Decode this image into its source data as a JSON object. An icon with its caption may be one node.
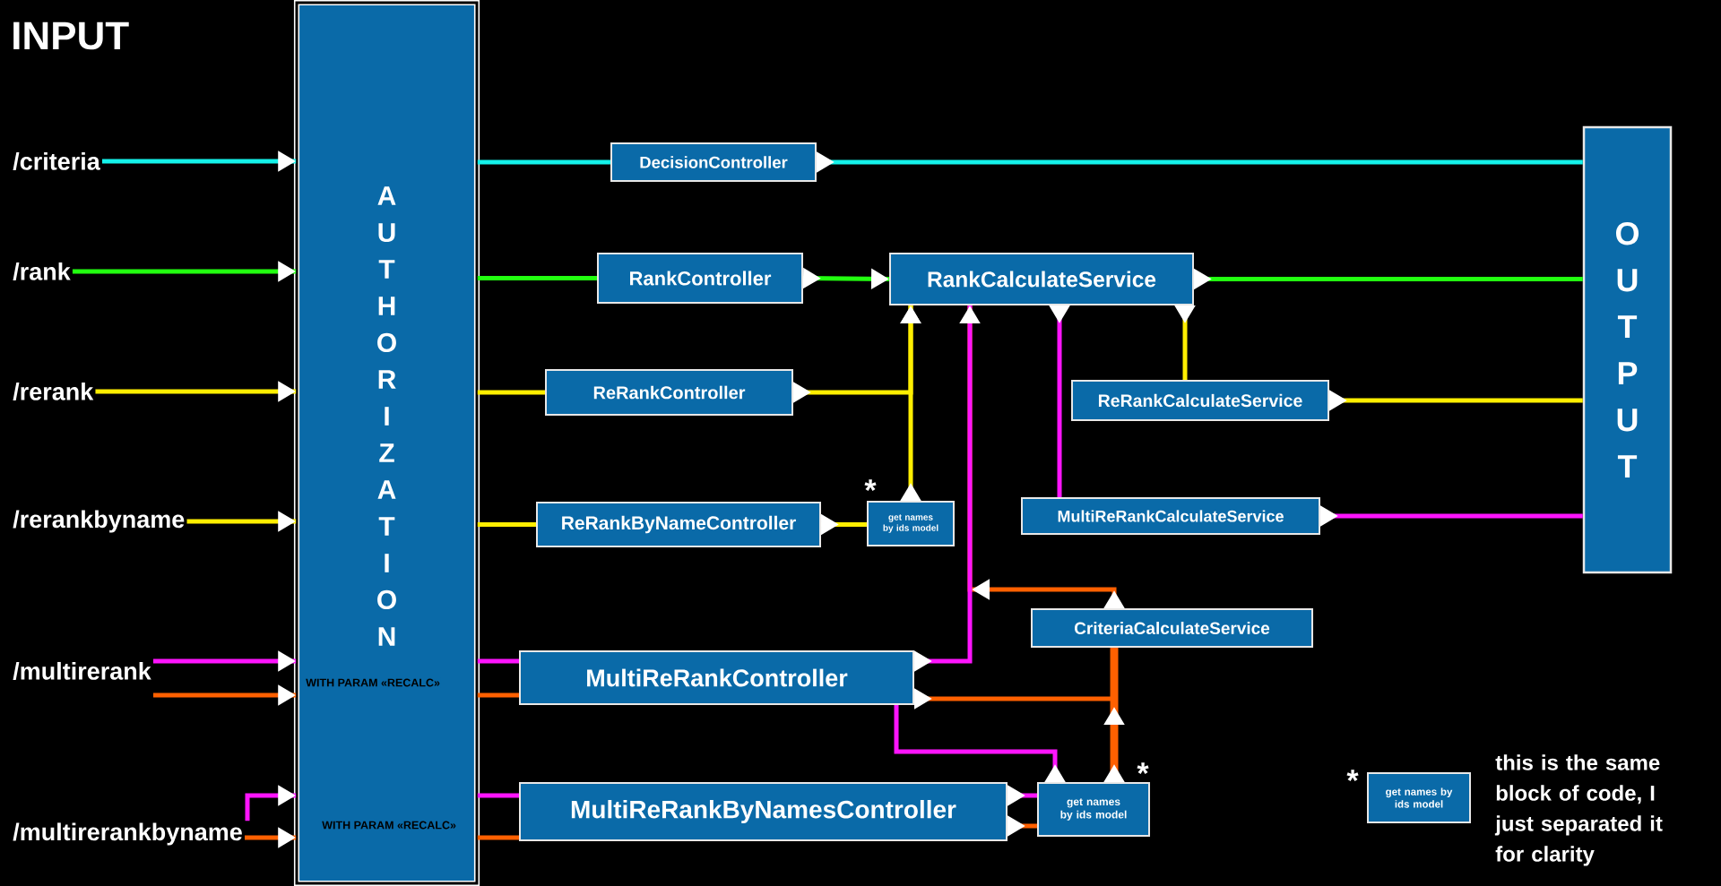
{
  "diagram": {
    "nodes": [
      {
        "text": [
          "/criteria"
        ]
      },
      {
        "text": [
          "/rank"
        ]
      },
      {
        "text": [
          "/rerank"
        ]
      },
      {
        "text": [
          "/rerankbyname"
        ]
      },
      {
        "text": [
          "/multirerank"
        ]
      },
      {
        "text": [
          "/multirerankbyname"
        ]
      },
      {
        "text": [
          "AUTHORIZATION"
        ]
      },
      {
        "text": [
          "DecisionController"
        ]
      },
      {
        "text": [
          "RankController"
        ]
      },
      {
        "text": [
          "RankCalculateService"
        ]
      },
      {
        "text": [
          "ReRankController"
        ]
      },
      {
        "text": [
          "ReRankCalculateService"
        ]
      },
      {
        "text": [
          "ReRankByNameController"
        ]
      },
      {
        "text": [
          "get names by ids model"
        ],
        "beside": [
          "*"
        ]
      },
      {
        "text": [
          "MultiReRankCalculateService"
        ]
      },
      {
        "text": [
          "OUTPUT"
        ]
      },
      {
        "text": [
          "CriteriaCalculateService"
        ]
      },
      {
        "text": [
          "MultiReRankController"
        ]
      },
      {
        "text": [
          "MultiReRankByNamesController"
        ]
      },
      {
        "text": [
          "get names by ids model"
        ],
        "beside": [
          "*"
        ]
      },
      {
        "text": [
          "get names by ids model"
        ],
        "beside": [
          "*",
          "this is the same block of code, I just separated it for clarity"
        ]
      }
    ],
    "edges": [
      {
        "from": 0,
        "to": 6,
        "arrow": "to",
        "color": "#14f2ea"
      },
      {
        "from": 6,
        "to": 7,
        "arrow": "none",
        "color": "#14f2ea"
      },
      {
        "from": 7,
        "to": 15,
        "arrow": "to",
        "color": "#14f2ea"
      },
      {
        "from": 1,
        "to": 6,
        "arrow": "to",
        "color": "#22ff10"
      },
      {
        "from": 6,
        "to": 8,
        "arrow": "none",
        "color": "#22ff10"
      },
      {
        "from": 8,
        "to": 9,
        "arrow": "to",
        "color": "#22ff10"
      },
      {
        "from": 9,
        "to": 15,
        "arrow": "to",
        "color": "#22ff10"
      },
      {
        "from": 2,
        "to": 6,
        "arrow": "to",
        "color": "#ffee00"
      },
      {
        "from": 6,
        "to": 10,
        "arrow": "none",
        "color": "#ffee00"
      },
      {
        "from": 10,
        "to": 9,
        "arrow": "to",
        "color": "#ffee00"
      },
      {
        "from": 3,
        "to": 6,
        "arrow": "to",
        "color": "#ffee00"
      },
      {
        "from": 6,
        "to": 12,
        "arrow": "none",
        "color": "#ffee00"
      },
      {
        "from": 12,
        "to": 13,
        "arrow": "to",
        "color": "#ffee00"
      },
      {
        "from": 13,
        "to": 9,
        "arrow": "to",
        "color": "#ffee00"
      },
      {
        "from": 9,
        "to": 11,
        "arrow": "to",
        "color": "#ffee00"
      },
      {
        "from": 11,
        "to": 15,
        "arrow": "to",
        "color": "#ffee00"
      },
      {
        "from": 9,
        "to": 14,
        "arrow": "to",
        "color": "#ff14ff"
      },
      {
        "from": 14,
        "to": 15,
        "arrow": "to",
        "color": "#ff14ff"
      },
      {
        "from": 4,
        "to": 6,
        "arrow": "to",
        "color": "#ff14ff"
      },
      {
        "from": 6,
        "to": 17,
        "arrow": "none",
        "color": "#ff14ff"
      },
      {
        "from": 17,
        "to": 9,
        "arrow": "to",
        "color": "#ff14ff"
      },
      {
        "from": 16,
        "to": 9,
        "arrow": "to",
        "color": "#ff6000"
      },
      {
        "from": 19,
        "to": 17,
        "arrow": "to",
        "color": "#ff14ff"
      },
      {
        "from": 4,
        "to": 6,
        "arrow": "to",
        "color": "#ff6000",
        "label": "WITH PARAM «RECALC»"
      },
      {
        "from": 6,
        "to": 17,
        "arrow": "none",
        "color": "#ff6000"
      },
      {
        "from": 17,
        "to": 16,
        "arrow": "to",
        "color": "#ff6000"
      },
      {
        "from": 19,
        "to": 16,
        "arrow": "to",
        "color": "#ff6000",
        "style": "thick"
      },
      {
        "from": 5,
        "to": 6,
        "arrow": "to",
        "color": "#ff14ff"
      },
      {
        "from": 6,
        "to": 18,
        "arrow": "none",
        "color": "#ff14ff"
      },
      {
        "from": 5,
        "to": 6,
        "arrow": "to",
        "color": "#ff6000",
        "label": "WITH PARAM «RECALC»"
      },
      {
        "from": 6,
        "to": 18,
        "arrow": "none",
        "color": "#ff6000"
      },
      {
        "from": 18,
        "to": 19,
        "arrow": "to",
        "color": "#ff14ff"
      },
      {
        "from": 18,
        "to": 19,
        "arrow": "to",
        "color": "#ff6000"
      }
    ],
    "labels": [
      "INPUT"
    ]
  }
}
